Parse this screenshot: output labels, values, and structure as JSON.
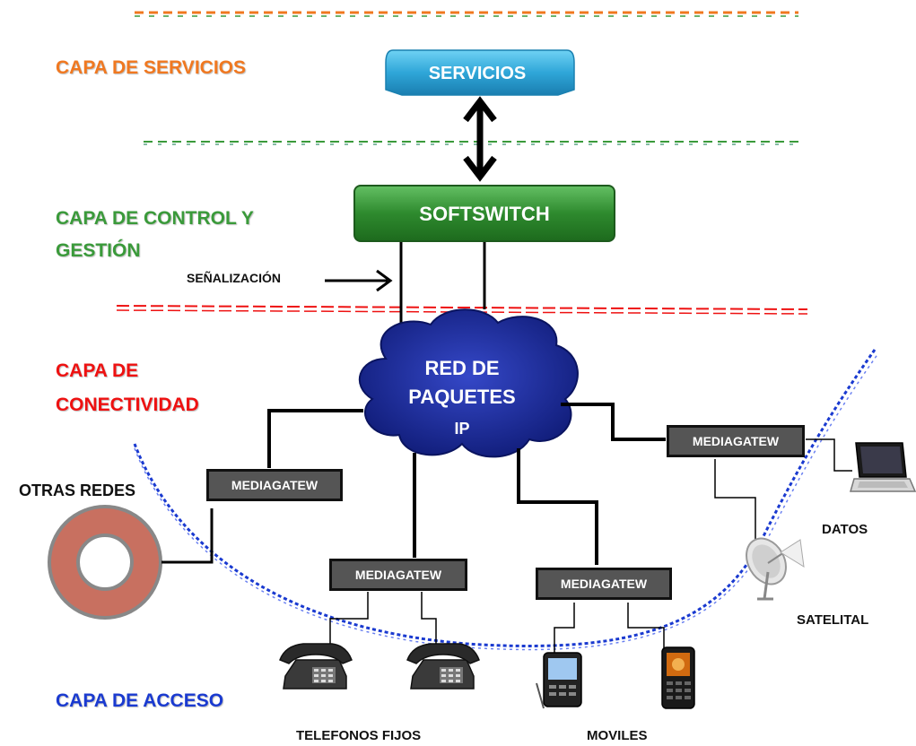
{
  "layers": {
    "services": "CAPA DE SERVICIOS",
    "control_line1": "CAPA DE CONTROL Y",
    "control_line2": "GESTIÓN",
    "connectivity_line1": "CAPA DE",
    "connectivity_line2": "CONECTIVIDAD",
    "access": "CAPA DE ACCESO"
  },
  "nodes": {
    "servicios": "SERVICIOS",
    "softswitch": "SOFTSWITCH",
    "cloud_line1": "RED DE",
    "cloud_line2": "PAQUETES",
    "cloud_line3": "IP",
    "mediagateway": "MEDIAGATEW"
  },
  "labels": {
    "senalizacion": "SEÑALIZACIÓN",
    "otras_redes": "OTRAS REDES",
    "datos": "DATOS",
    "satelital": "SATELITAL",
    "telefonos_fijos": "TELEFONOS FIJOS",
    "moviles": "MOVILES"
  },
  "colors": {
    "services": "#f07820",
    "control": "#3a9a3a",
    "connectivity": "#ee1111",
    "access": "#1a3ad0",
    "servicios_box": "#3ab4e0",
    "softswitch_box": "#2e8a2e",
    "cloud": "#1a2a9a",
    "ring": "#c87060"
  }
}
